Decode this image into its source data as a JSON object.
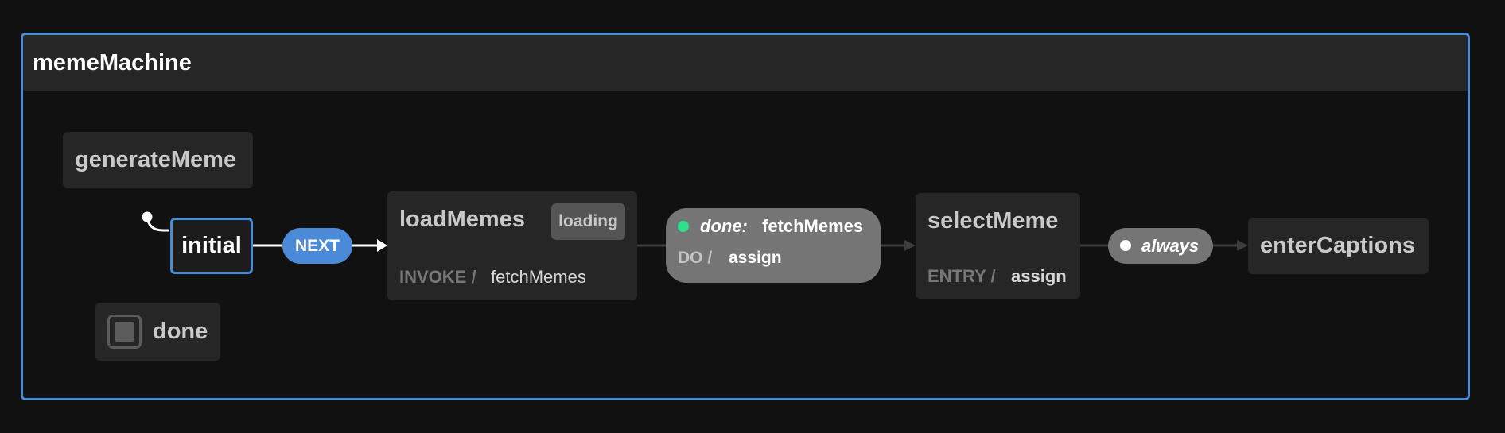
{
  "machine": {
    "title": "memeMachine"
  },
  "states": {
    "generateMeme": {
      "title": "generateMeme"
    },
    "initial": {
      "title": "initial"
    },
    "done": {
      "title": "done"
    },
    "loadMemes": {
      "title": "loadMemes",
      "tag": "loading",
      "action_kind": "INVOKE /",
      "action_value": "fetchMemes"
    },
    "selectMeme": {
      "title": "selectMeme",
      "action_kind": "ENTRY /",
      "action_value": "assign"
    },
    "enterCaptions": {
      "title": "enterCaptions"
    }
  },
  "transitions": {
    "next": {
      "event": "NEXT"
    },
    "done_event": {
      "event": "done:",
      "target": "fetchMemes",
      "action_kind": "DO /",
      "action_value": "assign"
    },
    "always": {
      "event": "always"
    }
  },
  "colors": {
    "accent": "#4a8ad6",
    "done_dot": "#2ee08a",
    "background": "#111111",
    "node": "#262626"
  }
}
